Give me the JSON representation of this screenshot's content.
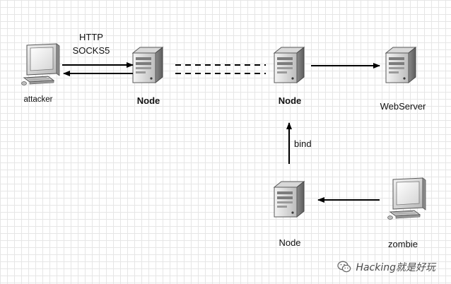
{
  "nodes": {
    "attacker": "attacker",
    "node1": "Node",
    "node2": "Node",
    "webserver": "WebServer",
    "node3": "Node",
    "zombie": "zombie"
  },
  "edges": {
    "proto_line1": "HTTP",
    "proto_line2": "SOCKS5",
    "bind": "bind"
  },
  "watermark": {
    "text": "Hacking就是好玩",
    "icon": "wechat-icon"
  }
}
